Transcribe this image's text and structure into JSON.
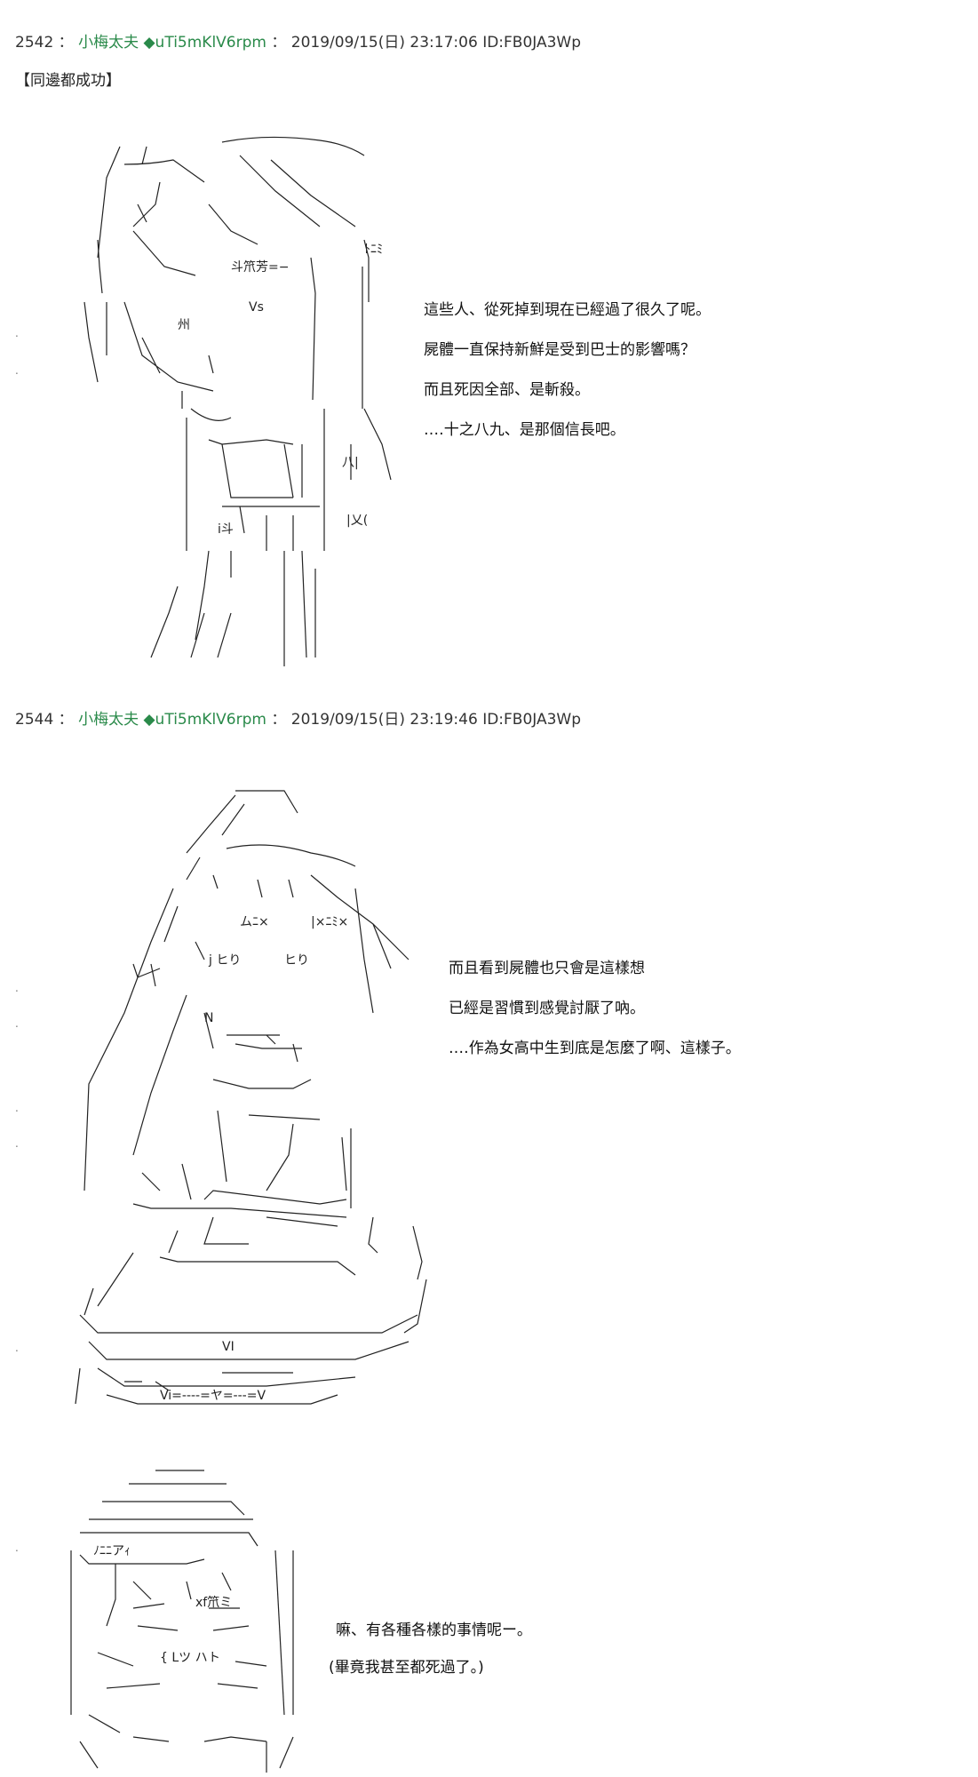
{
  "posts": [
    {
      "number": "2542",
      "separator": "：",
      "name": "小梅太夫",
      "trip": "◆uTi5mKlV6rpm",
      "colon": "：",
      "datetime": "2019/09/15(日) 23:17:06",
      "id": "ID:FB0JA3Wp",
      "tag": "【同邊都成功】",
      "dialog": [
        "這些人、從死掉到現在已經過了很久了呢。",
        "屍體一直保持新鮮是受到巴士的影響嗎？",
        "而且死因全部、是斬殺。",
        "‥‥十之八九、是那個信長吧。"
      ]
    },
    {
      "number": "2544",
      "separator": "：",
      "name": "小梅太夫",
      "trip": "◆uTi5mKlV6rpm",
      "colon": "：",
      "datetime": "2019/09/15(日) 23:19:46",
      "id": "ID:FB0JA3Wp",
      "dialog": [
        "而且看到屍體也只會是這樣想",
        "已經是習慣到感覺討厭了吶。",
        "‥‥作為女高中生到底是怎麼了啊、這樣子。"
      ],
      "dialog2": [
        "嘛、有各種各樣的事情呢ー。",
        "(畢竟我甚至都死過了。)"
      ]
    }
  ],
  "art_text": {
    "a1": "斗笊芳=−",
    "a2": "Vs",
    "a3": "ムﾆ×",
    "a4": "|×ﾆﾐ×",
    "a5": "j ヒり",
    "a6": "ヒり",
    "a7": "N",
    "a8": "Vi=----=ヤ=---=V"
  }
}
